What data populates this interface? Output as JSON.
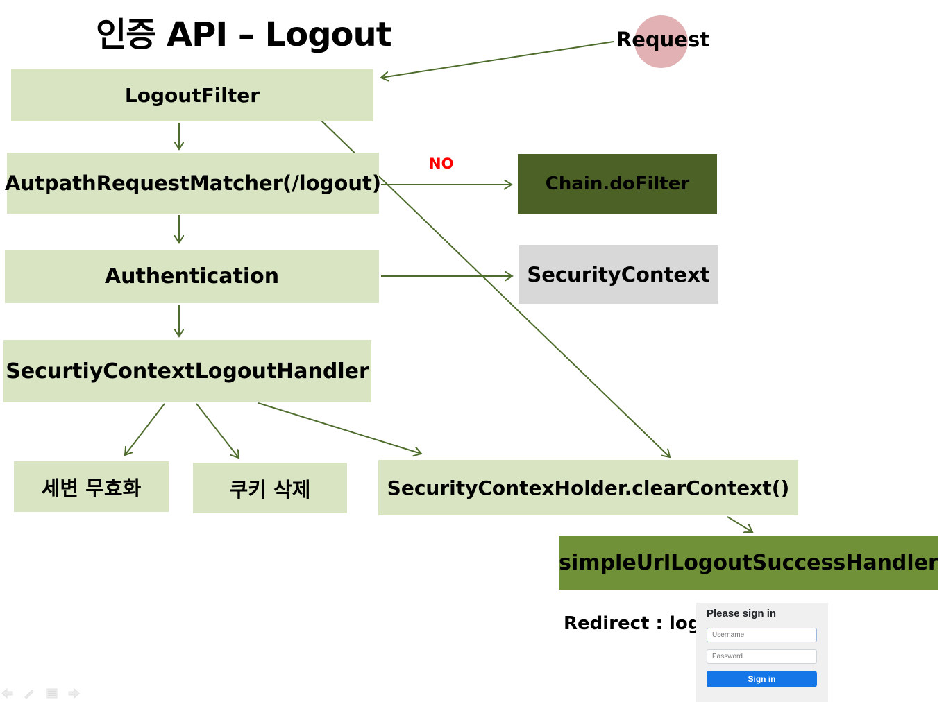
{
  "title": "인증 API – Logout",
  "request": {
    "label": "Request"
  },
  "labels": {
    "no": "NO",
    "redirect": "Redirect : login"
  },
  "nodes": {
    "logout_filter": "LogoutFilter",
    "autpath_matcher": "AutpathRequestMatcher(/logout)",
    "chain_dofilter": "Chain.doFilter",
    "authentication": "Authentication",
    "security_context": "SecurityContext",
    "logout_handler": "SecurtiyContextLogoutHandler",
    "session_invalidate": "세변 무효화",
    "cookie_delete": "쿠키 삭제",
    "clear_context": "SecurityContexHolder.clearContext()",
    "success_handler": "simpleUrlLogoutSuccessHandler"
  },
  "login_form": {
    "heading": "Please sign in",
    "username_placeholder": "Username",
    "password_placeholder": "Password",
    "signin_label": "Sign in"
  },
  "colors": {
    "box_light_green": "#d9e4c3",
    "box_dark_olive": "#4c6126",
    "box_olive": "#719138",
    "box_gray": "#d8d8d8",
    "request_pink": "#e2b1b4",
    "arrow_green": "#4e6c2c",
    "no_red": "#ff0000",
    "signin_blue": "#1576e8",
    "login_panel_gray": "#f0f0f0"
  },
  "nav_icons": [
    "back-arrow",
    "pen",
    "menu",
    "forward-arrow"
  ]
}
